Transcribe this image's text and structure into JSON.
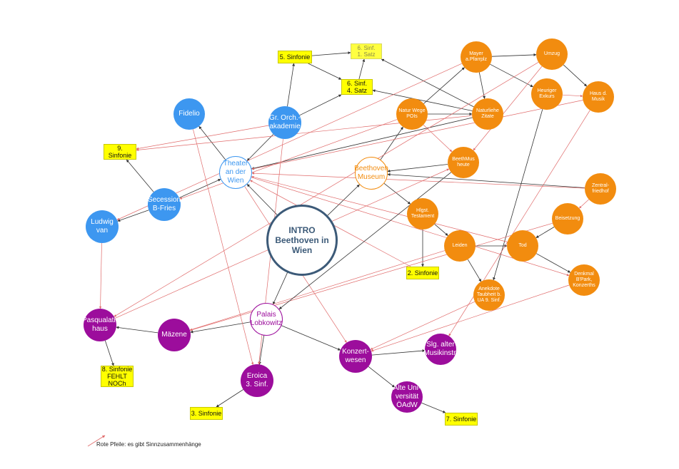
{
  "nodes": [
    {
      "id": "intro",
      "label": "INTRO\nBeethoven in\nWien",
      "style": "intro"
    },
    {
      "id": "fidelio",
      "label": "Fidelio",
      "style": "c-blue"
    },
    {
      "id": "grorch",
      "label": "Gr. Orch.-\nakademie",
      "style": "c-blue"
    },
    {
      "id": "theater",
      "label": "Theater\nan der\nWien",
      "style": "o-blue"
    },
    {
      "id": "secession",
      "label": "Secession\nB-Fries",
      "style": "c-blue"
    },
    {
      "id": "ludwig",
      "label": "Ludwig\nvan",
      "style": "c-blue"
    },
    {
      "id": "beethmuseum",
      "label": "Beethoven\nMuseum",
      "style": "o-orange"
    },
    {
      "id": "naturwege",
      "label": "Natur Wege\nPOIs",
      "style": "c-orange"
    },
    {
      "id": "naturzitate",
      "label": "Naturliehe\nZitate",
      "style": "c-orange"
    },
    {
      "id": "mayer",
      "label": "Mayer\na.Pfarrplz",
      "style": "c-orange"
    },
    {
      "id": "umzug",
      "label": "Umzug",
      "style": "c-orange"
    },
    {
      "id": "heuriger",
      "label": "Heuriger\nExkurs",
      "style": "c-orange"
    },
    {
      "id": "hausmusik",
      "label": "Haus d.\nMusik",
      "style": "c-orange"
    },
    {
      "id": "beethmusheute",
      "label": "BeethMus\nheute",
      "style": "c-orange"
    },
    {
      "id": "zentral",
      "label": "Zentral-\nfriedhof",
      "style": "c-orange"
    },
    {
      "id": "heiligenst",
      "label": "Hlgst.\nTestament",
      "style": "c-orange"
    },
    {
      "id": "beisetzung",
      "label": "Beisetzung",
      "style": "c-orange"
    },
    {
      "id": "leiden",
      "label": "Leiden",
      "style": "c-orange"
    },
    {
      "id": "tod",
      "label": "Tod",
      "style": "c-orange"
    },
    {
      "id": "denkmal",
      "label": "Denkmal\nB'Park,\nKonzerths",
      "style": "c-orange"
    },
    {
      "id": "anekdote",
      "label": "Anekdote\nTaubheit b.\nUA 9. Sinf.",
      "style": "c-orange"
    },
    {
      "id": "pasqualati",
      "label": "Pasqualati-\nhaus",
      "style": "c-purple"
    },
    {
      "id": "maezene",
      "label": "Mäzene",
      "style": "c-purple"
    },
    {
      "id": "palais",
      "label": "Palais\nLobkowitz",
      "style": "o-purple"
    },
    {
      "id": "eroica",
      "label": "Eroica\n3. Sinf.",
      "style": "c-purple"
    },
    {
      "id": "konzertwesen",
      "label": "Konzert-\nwesen",
      "style": "c-purple"
    },
    {
      "id": "slg",
      "label": "Slg. alter\nMusikinstr.",
      "style": "c-purple"
    },
    {
      "id": "alteuni",
      "label": "Alte Uni-\nversität\nÖAdW",
      "style": "c-purple"
    },
    {
      "id": "sinf5",
      "label": "5. Sinfonie",
      "style": "box"
    },
    {
      "id": "sinf6a",
      "label": "6. Sinf.\n1. Satz",
      "style": "box-faint"
    },
    {
      "id": "sinf6b",
      "label": "6. Sinf.\n4. Satz",
      "style": "box"
    },
    {
      "id": "sinf9",
      "label": "9.\nSinfonie",
      "style": "box"
    },
    {
      "id": "sinf2",
      "label": "2. Sinfonie",
      "style": "box"
    },
    {
      "id": "sinf8",
      "label": "8. Sinfonie\nFEHLT\nNOCh",
      "style": "box"
    },
    {
      "id": "sinf3",
      "label": "3. Sinfonie",
      "style": "box"
    },
    {
      "id": "sinf7",
      "label": "7. Sinfonie",
      "style": "box"
    }
  ],
  "edges": [
    {
      "from": "grorch",
      "to": "sinf5",
      "color": "black"
    },
    {
      "from": "sinf5",
      "to": "sinf6a",
      "color": "black"
    },
    {
      "from": "sinf5",
      "to": "sinf6b",
      "color": "black"
    },
    {
      "from": "sinf6b",
      "to": "sinf6a",
      "color": "black"
    },
    {
      "from": "grorch",
      "to": "sinf6b",
      "color": "black"
    },
    {
      "from": "naturzitate",
      "to": "sinf6a",
      "color": "black"
    },
    {
      "from": "naturzitate",
      "to": "sinf6b",
      "color": "black"
    },
    {
      "from": "grorch",
      "to": "theater",
      "color": "black"
    },
    {
      "from": "theater",
      "to": "fidelio",
      "color": "black"
    },
    {
      "from": "secession",
      "to": "theater",
      "color": "black"
    },
    {
      "from": "secession",
      "to": "sinf9",
      "color": "black"
    },
    {
      "from": "secession",
      "to": "ludwig",
      "color": "black"
    },
    {
      "from": "ludwig",
      "to": "pasqualati",
      "color": "red"
    },
    {
      "from": "pasqualati",
      "to": "sinf8",
      "color": "black"
    },
    {
      "from": "maezene",
      "to": "pasqualati",
      "color": "black"
    },
    {
      "from": "palais",
      "to": "maezene",
      "color": "black"
    },
    {
      "from": "palais",
      "to": "eroica",
      "color": "black"
    },
    {
      "from": "palais",
      "to": "konzertwesen",
      "color": "black"
    },
    {
      "from": "intro",
      "to": "palais",
      "color": "black"
    },
    {
      "from": "eroica",
      "to": "sinf3",
      "color": "black"
    },
    {
      "from": "konzertwesen",
      "to": "slg",
      "color": "black"
    },
    {
      "from": "konzertwesen",
      "to": "alteuni",
      "color": "black"
    },
    {
      "from": "alteuni",
      "to": "sinf7",
      "color": "black"
    },
    {
      "from": "intro",
      "to": "beethmuseum",
      "color": "black"
    },
    {
      "from": "beethmuseum",
      "to": "heiligenst",
      "color": "black"
    },
    {
      "from": "heiligenst",
      "to": "leiden",
      "color": "black"
    },
    {
      "from": "heiligenst",
      "to": "sinf2",
      "color": "black"
    },
    {
      "from": "leiden",
      "to": "tod",
      "color": "black"
    },
    {
      "from": "leiden",
      "to": "anekdote",
      "color": "black"
    },
    {
      "from": "tod",
      "to": "denkmal",
      "color": "black"
    },
    {
      "from": "beisetzung",
      "to": "tod",
      "color": "black"
    },
    {
      "from": "zentral",
      "to": "beethmuseum",
      "color": "black"
    },
    {
      "from": "beethmusheute",
      "to": "beethmuseum",
      "color": "black"
    },
    {
      "from": "naturzitate",
      "to": "theater",
      "color": "black"
    },
    {
      "from": "naturwege",
      "to": "naturzitate",
      "color": "black"
    },
    {
      "from": "naturwege",
      "to": "mayer",
      "color": "black"
    },
    {
      "from": "mayer",
      "to": "umzug",
      "color": "black"
    },
    {
      "from": "mayer",
      "to": "heuriger",
      "color": "black"
    },
    {
      "from": "umzug",
      "to": "hausmusik",
      "color": "black"
    },
    {
      "from": "heuriger",
      "to": "anekdote",
      "color": "black"
    },
    {
      "from": "mayer",
      "to": "naturzitate",
      "color": "black"
    },
    {
      "from": "beethmuseum",
      "to": "naturwege",
      "color": "black"
    },
    {
      "from": "intro",
      "to": "theater",
      "color": "black"
    },
    {
      "from": "grorch",
      "to": "sinf9",
      "color": "red"
    },
    {
      "from": "grorch",
      "to": "eroica",
      "color": "red"
    },
    {
      "from": "fidelio",
      "to": "eroica",
      "color": "red"
    },
    {
      "from": "theater",
      "to": "denkmal",
      "color": "red"
    },
    {
      "from": "theater",
      "to": "konzertwesen",
      "color": "red"
    },
    {
      "from": "naturzitate",
      "to": "sinf9",
      "color": "red"
    },
    {
      "from": "zentral",
      "to": "theater",
      "color": "red"
    },
    {
      "from": "umzug",
      "to": "pasqualati",
      "color": "red"
    },
    {
      "from": "hausmusik",
      "to": "theater",
      "color": "red"
    },
    {
      "from": "mayer",
      "to": "ludwig",
      "color": "red"
    },
    {
      "from": "beisetzung",
      "to": "maezene",
      "color": "red"
    },
    {
      "from": "anekdote",
      "to": "konzertwesen",
      "color": "red"
    },
    {
      "from": "denkmal",
      "to": "konzertwesen",
      "color": "red"
    },
    {
      "from": "pasqualati",
      "to": "beethmusheute",
      "color": "red"
    },
    {
      "from": "naturwege",
      "to": "secession",
      "color": "red"
    },
    {
      "from": "hausmusik",
      "to": "slg",
      "color": "red"
    },
    {
      "from": "zentral",
      "to": "beisetzung",
      "color": "red"
    },
    {
      "from": "umzug",
      "to": "beethmusheute",
      "color": "red"
    },
    {
      "from": "heuriger",
      "to": "hausmusik",
      "color": "red"
    },
    {
      "from": "tod",
      "to": "theater",
      "color": "red"
    },
    {
      "from": "leiden",
      "to": "maezene",
      "color": "red"
    },
    {
      "from": "sinf2",
      "to": "theater",
      "color": "red"
    },
    {
      "from": "beethmusheute",
      "to": "palais",
      "color": "black"
    },
    {
      "from": "naturwege",
      "to": "beethmusheute",
      "color": "red"
    }
  ],
  "legend": {
    "text": "Rote Pfeile: es gibt Sinnzusammenhänge"
  },
  "colors": {
    "black_edge": "#333333",
    "red_edge": "#e06a6a",
    "orange": "#f28c0f",
    "blue": "#3d97f0",
    "purple": "#9c0d9c",
    "intro_border": "#3c5a78",
    "box": "#ffff00"
  }
}
